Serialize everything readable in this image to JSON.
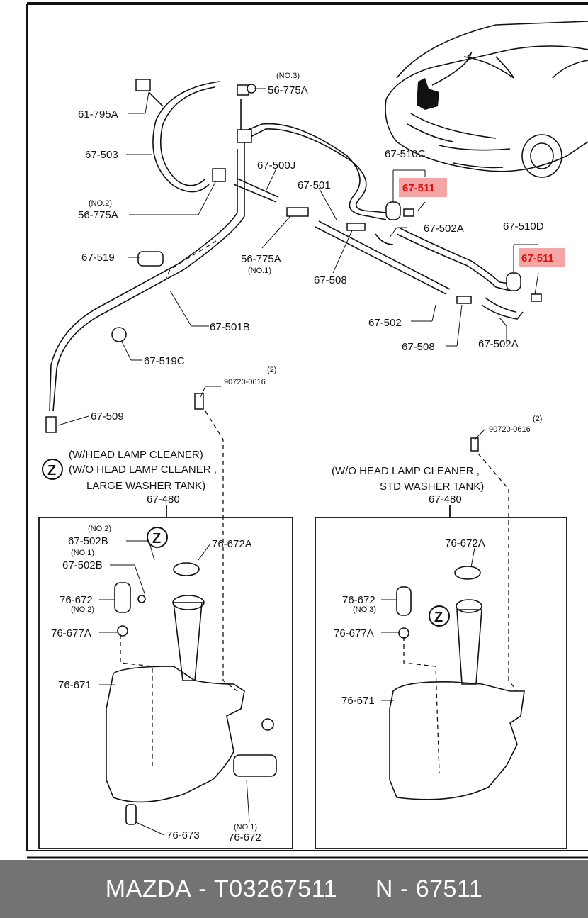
{
  "diagram": {
    "labels": {
      "l61795A": "61-795A",
      "l67503": "67-503",
      "no3": "(NO.3)",
      "l56775A_top": "56-775A",
      "no2_a": "(NO.2)",
      "l56775A_mid": "56-775A",
      "l67500J": "67-500J",
      "l67501": "67-501",
      "l67510C": "67-510C",
      "l67511_a": "67-511",
      "l67502A_a": "67-502A",
      "l67510D": "67-510D",
      "l67511_b": "67-511",
      "l67519": "67-519",
      "l56775A_low": "56-775A",
      "no1_a": "(NO.1)",
      "l67508_a": "67-508",
      "l67501B": "67-501B",
      "l67502": "67-502",
      "l67508_b": "67-508",
      "l67502A_b": "67-502A",
      "l67519C": "67-519C",
      "bolt_qty_a": "(2)",
      "bolt_a": "90720-0616",
      "l67509": "67-509",
      "bolt_qty_b": "(2)",
      "bolt_b": "90720-0616",
      "note_left_1": "(W/HEAD LAMP CLEANER)",
      "note_left_2": "(W/O  HEAD LAMP CLEANER ,",
      "note_left_3": "LARGE WASHER TANK)",
      "note_right_1": "(W/O  HEAD LAMP CLEANER ,",
      "note_right_2": "STD WASHER TANK)",
      "l67480_a": "67-480",
      "l67480_b": "67-480",
      "no2_b": "(NO.2)",
      "l67502B_a": "67-502B",
      "no1_b": "(NO.1)",
      "l67502B_b": "67-502B",
      "l76672A_a": "76-672A",
      "l76672_a": "76-672",
      "no2_c": "(NO.2)",
      "l76677A_a": "76-677A",
      "l76671_a": "76-671",
      "l76673": "76-673",
      "no1_c": "(NO.1)",
      "l76672_b": "76-672",
      "l76672A_b": "76-672A",
      "l76672_c": "76-672",
      "no3_b": "(NO.3)",
      "l76677A_b": "76-677A",
      "l76671_b": "76-671",
      "z": "Z"
    }
  },
  "footer": {
    "brand": "MAZDA",
    "sep1": "-",
    "code": "T03267511",
    "n_label": "N",
    "sep2": "-",
    "part": "67511"
  },
  "colors": {
    "highlight": "#f4a6a6",
    "highlight_text": "#dd1111",
    "footer_bg": "#737373",
    "line": "#111111"
  }
}
